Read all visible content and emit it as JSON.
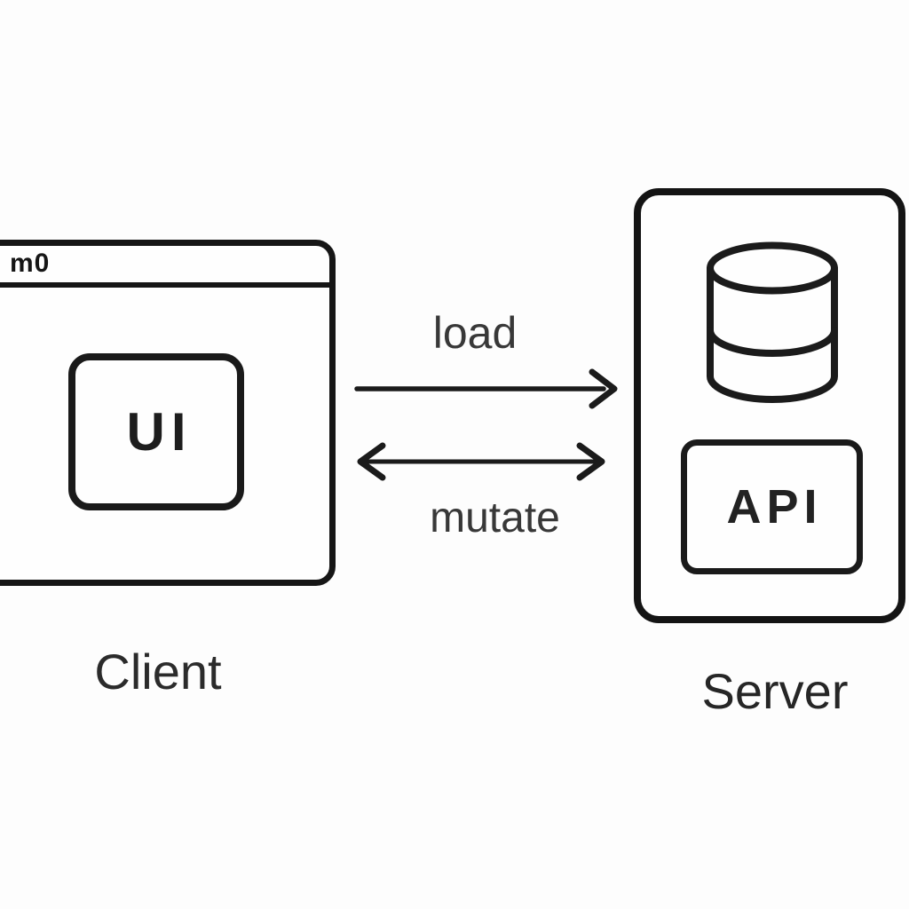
{
  "diagram": {
    "client": {
      "window_controls": "m0",
      "ui_label": "UI",
      "label": "Client"
    },
    "arrows": [
      {
        "label": "load",
        "direction": "right"
      },
      {
        "label": "mutate",
        "direction": "both"
      }
    ],
    "server": {
      "api_label": "API",
      "label": "Server",
      "database_icon": "database-cylinder-icon"
    },
    "colors": {
      "stroke": "#1b1b1b",
      "text": "#2b2b2b",
      "background": "#fdfdfd"
    }
  }
}
